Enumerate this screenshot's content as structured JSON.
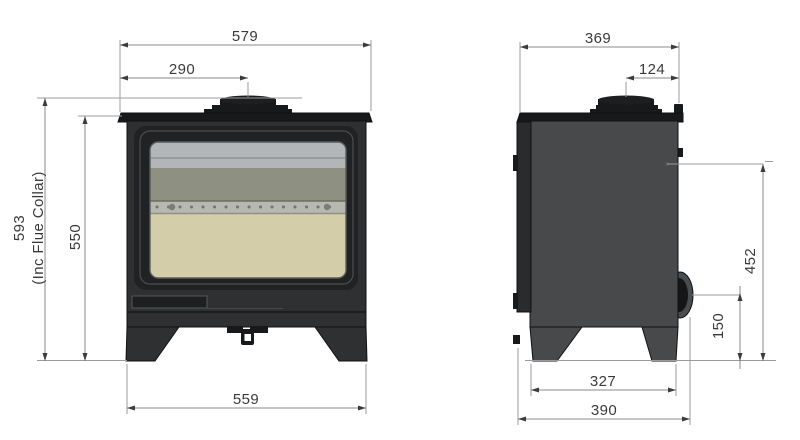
{
  "drawing": {
    "front": {
      "overall_width": "579",
      "flue_centre_offset": "290",
      "height_inc_flue": "593",
      "height_inc_flue_note": "(Inc Flue Collar)",
      "body_height": "550",
      "base_width": "559"
    },
    "side": {
      "overall_depth": "369",
      "flue_centre_from_rear": "124",
      "rear_flue_height": "452",
      "rear_outlet_height": "150",
      "foot_span_depth": "327",
      "overall_base_depth": "390"
    }
  },
  "palette": {
    "background": "#ffffff",
    "stove_black": "#17191b",
    "front_body": "#2e3032",
    "door_panel": "#202224",
    "side_body": "#47494b",
    "side_front_strip": "#292b2d",
    "glass_top_band": "#b3b6b8",
    "glass_mid_band": "#8e9081",
    "rivet_strip": "#b7b9b0",
    "glass_lower_band": "#d4cdaa",
    "dim_line": "#8a8a8a",
    "dim_text": "#3a3a3a"
  }
}
